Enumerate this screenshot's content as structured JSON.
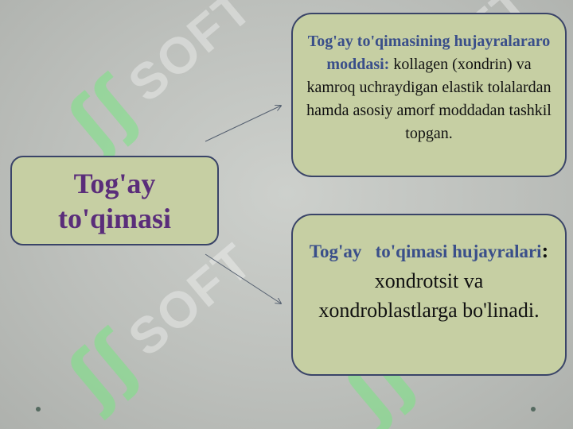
{
  "main": {
    "title": "Tog'ay to'qimasi"
  },
  "box_top": {
    "heading": "Tog'ay to'qimasining hujayralararo moddasi:",
    "body": "kollagen (xondrin) va kamroq uchraydigan elastik tolalardan hamda asosiy amorf moddadan tashkil topgan."
  },
  "box_bottom": {
    "heading": "Tog'ay   to'qimasi hujayralari",
    "colon": ":",
    "body": " xondrotsit va xondroblastlarga bo'linadi."
  },
  "watermark": {
    "text": "SOFT"
  },
  "colors": {
    "box_fill": "#c6cfa3",
    "box_border": "#3a4468",
    "title": "#5a2d7a",
    "heading": "#3a4f8a",
    "background": "#bdc0bc"
  }
}
